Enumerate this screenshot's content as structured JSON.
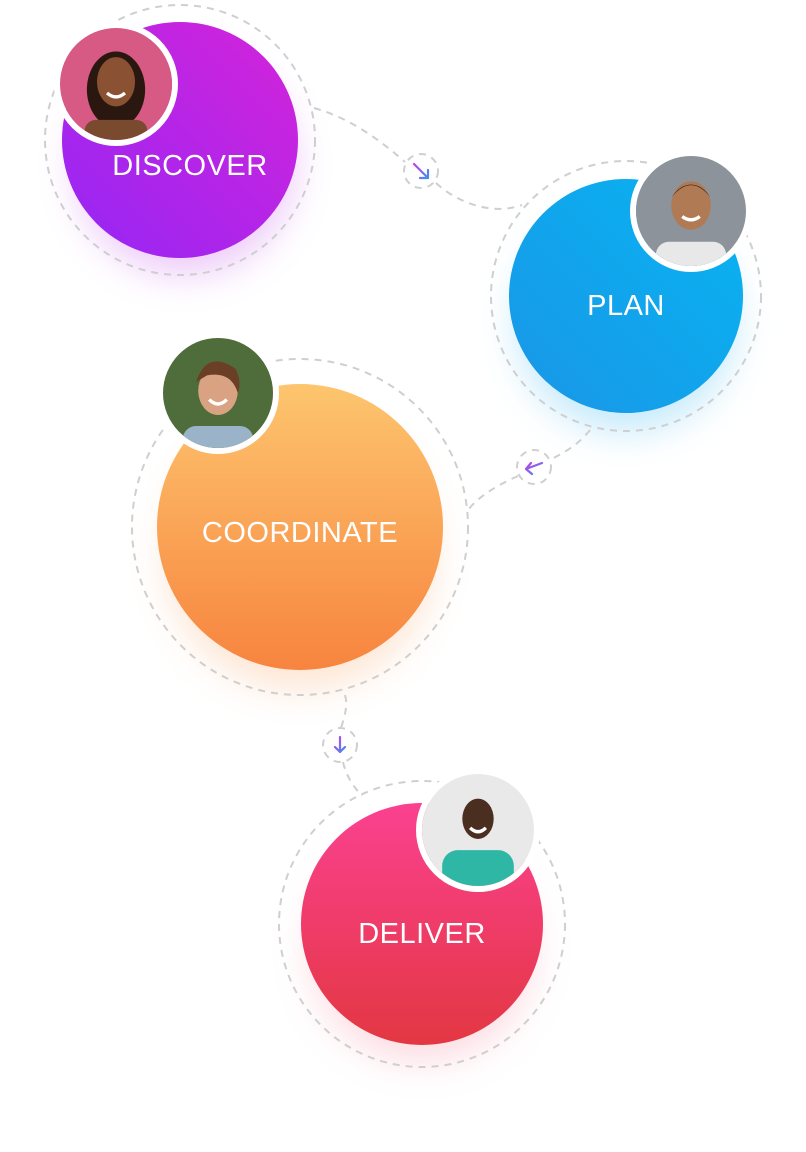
{
  "stages": [
    {
      "label": "DISCOVER",
      "color_start": "#9426f5",
      "color_end": "#d524d9",
      "avatar": "woman-avatar"
    },
    {
      "label": "PLAN",
      "color_start": "#1a96e6",
      "color_end": "#07b4f2",
      "avatar": "man-avatar"
    },
    {
      "label": "COORDINATE",
      "color_start": "#f7843f",
      "color_end": "#fdc56e",
      "avatar": "woman-avatar"
    },
    {
      "label": "DELIVER",
      "color_start": "#e33742",
      "color_end": "#fb4190",
      "avatar": "man-avatar"
    }
  ],
  "connectors": [
    {
      "from": "DISCOVER",
      "to": "PLAN",
      "icon": "arrow-down-right-icon"
    },
    {
      "from": "PLAN",
      "to": "COORDINATE",
      "icon": "arrow-left-icon"
    },
    {
      "from": "COORDINATE",
      "to": "DELIVER",
      "icon": "arrow-down-icon"
    }
  ]
}
